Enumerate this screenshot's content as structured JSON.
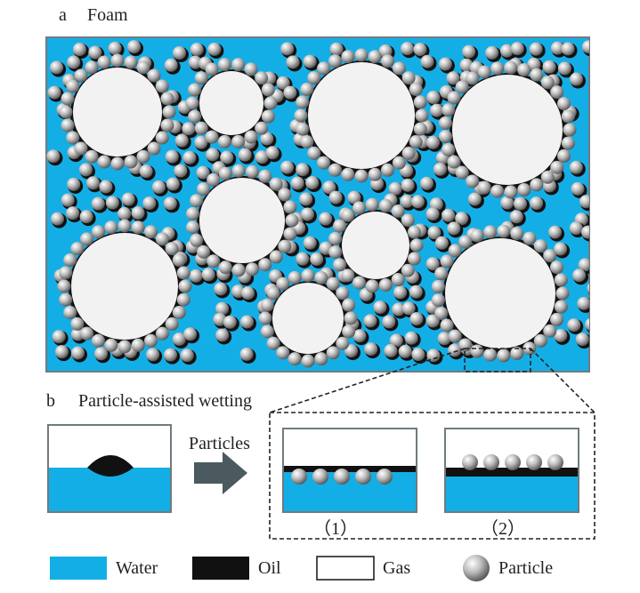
{
  "panel_a": {
    "letter": "a",
    "title": "Foam"
  },
  "panel_b": {
    "letter": "b",
    "title": "Particle-assisted wetting",
    "arrow_label": "Particles",
    "case_1_label": "（1）",
    "case_2_label": "（2）"
  },
  "legend": [
    {
      "label": "Water",
      "swatch": "water"
    },
    {
      "label": "Oil",
      "swatch": "oil"
    },
    {
      "label": "Gas",
      "swatch": "gas"
    },
    {
      "label": "Particle",
      "swatch": "particle"
    }
  ],
  "colors": {
    "water": "#14aee6",
    "oil": "#111111",
    "gas": "#f2f2f2",
    "particle": "#9a9a9a",
    "arrow": "#4b5a5e"
  }
}
